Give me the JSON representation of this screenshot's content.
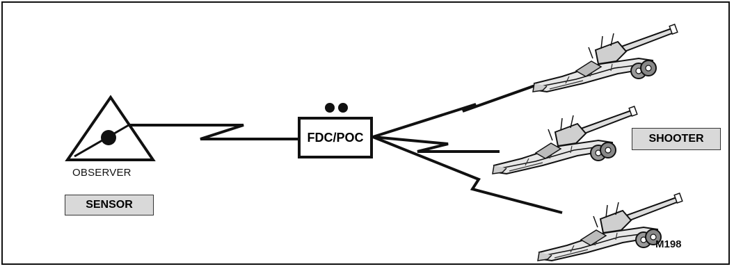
{
  "labels": {
    "observer": "OBSERVER",
    "sensor": "SENSOR",
    "fdc": "FDC/POC",
    "shooter": "SHOOTER",
    "m198": "M198"
  },
  "colors": {
    "line": "#111111",
    "label_fill": "#d9d9d9"
  },
  "icons": [
    "observer-triangle-icon",
    "howitzer-icon"
  ]
}
